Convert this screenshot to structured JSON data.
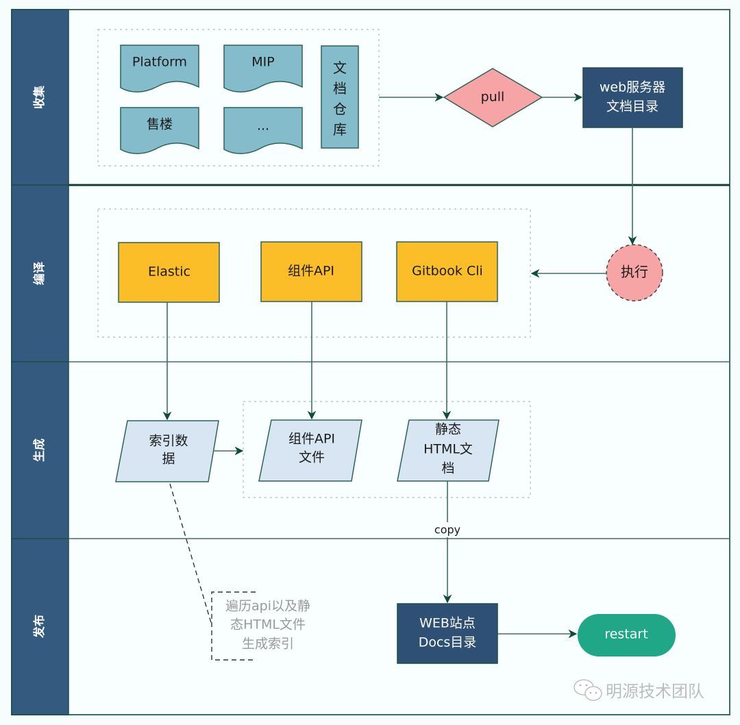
{
  "diagram": {
    "lanes": [
      {
        "id": "collect",
        "label": "收集"
      },
      {
        "id": "compile",
        "label": "编译"
      },
      {
        "id": "generate",
        "label": "生成"
      },
      {
        "id": "publish",
        "label": "发布"
      }
    ],
    "nodes": {
      "platform": {
        "label": "Platform",
        "shape": "document"
      },
      "shoulou": {
        "label": "售楼",
        "shape": "document"
      },
      "mip": {
        "label": "MIP",
        "shape": "document"
      },
      "more": {
        "label": "...",
        "shape": "document"
      },
      "repo": {
        "label": "文档仓库",
        "shape": "rectangle"
      },
      "pull": {
        "label": "pull",
        "shape": "diamond"
      },
      "webserver": {
        "label_line1": "web服务器",
        "label_line2": "文档目录",
        "shape": "rectangle"
      },
      "execute": {
        "label": "执行",
        "shape": "circle"
      },
      "elastic": {
        "label": "Elastic",
        "shape": "rectangle"
      },
      "component_api": {
        "label": "组件API",
        "shape": "rectangle"
      },
      "gitbook": {
        "label": "Gitbook Cli",
        "shape": "rectangle"
      },
      "index_data": {
        "label_line1": "索引数",
        "label_line2": "据",
        "shape": "parallelogram"
      },
      "api_file": {
        "label_line1": "组件API",
        "label_line2": "文件",
        "shape": "parallelogram"
      },
      "static_html": {
        "label_line1": "静态",
        "label_line2": "HTML文",
        "label_line3": "档",
        "shape": "parallelogram"
      },
      "website": {
        "label_line1": "WEB站点",
        "label_line2": "Docs目录",
        "shape": "rectangle"
      },
      "restart": {
        "label": "restart",
        "shape": "terminator"
      }
    },
    "edges": {
      "copy_label": "copy"
    },
    "annotation": {
      "line1": "遍历api以及静",
      "line2": "态HTML文件",
      "line3": "生成索引"
    },
    "watermark": {
      "icon": "wechat-icon",
      "text": "明源技术团队"
    },
    "colors": {
      "lane_header": "#355a80",
      "border": "#1e4d44",
      "doc_fill": "#85bccc",
      "yellow_fill": "#fbbe28",
      "pink_fill": "#f6a4a5",
      "navy_fill": "#2d5074",
      "para_fill": "#d8e6f3",
      "green_fill": "#1fa787",
      "annotation_text": "#9a9a9a"
    }
  }
}
